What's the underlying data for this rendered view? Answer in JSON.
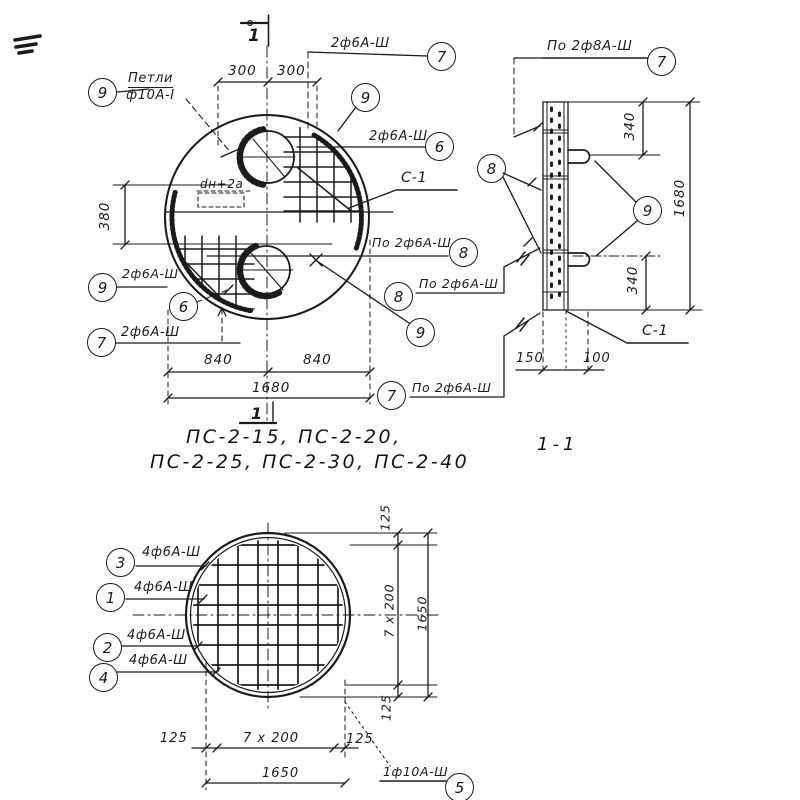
{
  "meta": {
    "ink": "#1b1b1b",
    "paper": "#ffffff"
  },
  "plan": {
    "cut_mark_top": "1",
    "cut_mark_bottom": "1",
    "dim_300_left": "300",
    "dim_300_right": "300",
    "dim_380": "380",
    "dim_840_left": "840",
    "dim_840_right": "840",
    "dim_1680": "1680",
    "loops_callout_num": "9",
    "loops_label_line1": "Петли",
    "loops_label_line2": "ф10А-I",
    "opening_note": "dн+2а",
    "mesh_label": "С-1",
    "callout_7_top": {
      "num": "7",
      "label": "2ф6А-Ш"
    },
    "callout_9_top": {
      "num": "9"
    },
    "callout_6_right": {
      "num": "6",
      "label": "2ф6А-Ш"
    },
    "callout_8_right": {
      "num": "8",
      "label": "По 2ф6А-Ш"
    },
    "callout_8_mid": {
      "num": "8",
      "label": "По 2ф6А-Ш"
    },
    "callout_9_mid": {
      "num": "9"
    },
    "callout_9_left": {
      "num": "9",
      "label": "2ф6А-Ш"
    },
    "callout_6_left": {
      "num": "6"
    },
    "callout_7_left": {
      "num": "7",
      "label": "2ф6А-Ш"
    },
    "callout_7_bottom": {
      "num": "7",
      "label": "По 2ф6А-Ш"
    }
  },
  "caption": {
    "line1": "ПС-2-15, ПС-2-20,",
    "line2": "ПС-2-25, ПС-2-30, ПС-2-40"
  },
  "section": {
    "title": "1-1",
    "callout_7": {
      "num": "7",
      "label": "По 2ф8А-Ш"
    },
    "callout_8": {
      "num": "8"
    },
    "callout_9": {
      "num": "9"
    },
    "dim_340_top": "340",
    "dim_1680": "1680",
    "dim_340_bottom": "340",
    "mesh_label": "С-1",
    "dim_150": "150",
    "dim_100": "100"
  },
  "bottom_plan": {
    "callout_3": {
      "num": "3",
      "label": "4ф6А-Ш"
    },
    "callout_1": {
      "num": "1",
      "label": "4ф6А-Ш"
    },
    "callout_2": {
      "num": "2",
      "label": "4ф6А-Ш"
    },
    "callout_4": {
      "num": "4",
      "label": "4ф6А-Ш"
    },
    "callout_5": {
      "num": "5",
      "label": "1ф10А-Ш"
    },
    "dim_125_top": "125",
    "dim_7x200_vert": "7 x 200",
    "dim_1650_vert": "1650",
    "dim_125_bottom": "125",
    "dim_125_left": "125",
    "dim_7x200_horiz": "7 x 200",
    "dim_125_right": "125",
    "dim_1650_horiz": "1650"
  }
}
